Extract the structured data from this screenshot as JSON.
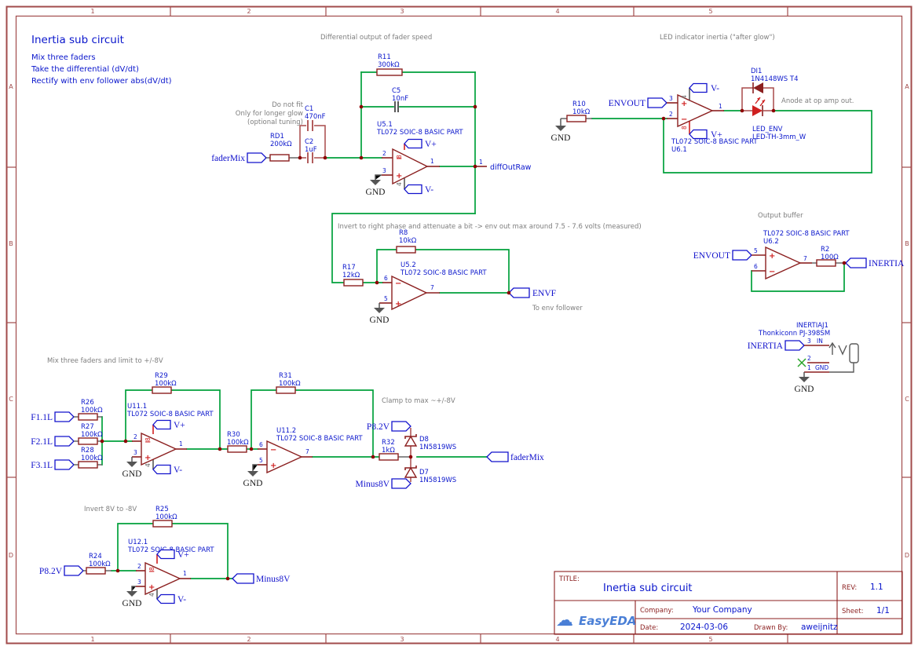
{
  "frame": {
    "cols": [
      "1",
      "2",
      "3",
      "4",
      "5"
    ],
    "rows": [
      "A",
      "B",
      "C",
      "D"
    ]
  },
  "header": {
    "title": "Inertia sub circuit",
    "notes": [
      "Mix three faders",
      "Take the differential (dV/dt)",
      "Rectify with env follower abs(dV/dt)"
    ]
  },
  "notes": {
    "diff_out": "Differential output of fader speed",
    "do_not_fit": "Do not fit",
    "longer_glow": "Only for longer glow",
    "optional_tuning": "(optional tuning)",
    "led_indicator": "LED indicator inertia (\"after glow\")",
    "anode": "Anode at op amp out.",
    "invert_phase": "Invert to right phase and attenuate a bit -> env out max around 7.5 - 7.6 volts (measured)",
    "to_env_follower": "To env follower",
    "output_buffer": "Output buffer",
    "mix_limit": "Mix three faders and limit to +/-8V",
    "clamp": "Clamp to max ~+/-8V",
    "invert_8v": "Invert 8V to -8V"
  },
  "parts": {
    "RD1": {
      "ref": "RD1",
      "val": "200kΩ"
    },
    "C1": {
      "ref": "C1",
      "val": "470nF"
    },
    "C2": {
      "ref": "C2",
      "val": "1uF"
    },
    "R11": {
      "ref": "R11",
      "val": "300kΩ"
    },
    "C5": {
      "ref": "C5",
      "val": "10nF"
    },
    "U5_1": {
      "ref": "U5.1",
      "val": "TL072 SOIC-8 BASIC PART"
    },
    "U5_2": {
      "ref": "U5.2",
      "val": "TL072 SOIC-8 BASIC PART"
    },
    "R8": {
      "ref": "R8",
      "val": "10kΩ"
    },
    "R17": {
      "ref": "R17",
      "val": "12kΩ"
    },
    "R10": {
      "ref": "R10",
      "val": "10kΩ"
    },
    "U6_1": {
      "ref": "U6.1",
      "val": "TL072 SOIC-8 BASIC PART"
    },
    "U6_2": {
      "ref": "U6.2",
      "val": "TL072 SOIC-8 BASIC PART"
    },
    "DI1": {
      "ref": "DI1",
      "val": "1N4148WS T4"
    },
    "LED_ENV": {
      "ref": "LED_ENV",
      "val": "LED-TH-3mm_W"
    },
    "R2": {
      "ref": "R2",
      "val": "100Ω"
    },
    "J1": {
      "ref": "INERTIAJ1",
      "val": "Thonkiconn PJ-398SM"
    },
    "R26": {
      "ref": "R26",
      "val": "100kΩ"
    },
    "R27": {
      "ref": "R27",
      "val": "100kΩ"
    },
    "R28": {
      "ref": "R28",
      "val": "100kΩ"
    },
    "R29": {
      "ref": "R29",
      "val": "100kΩ"
    },
    "R30": {
      "ref": "R30",
      "val": "100kΩ"
    },
    "R31": {
      "ref": "R31",
      "val": "100kΩ"
    },
    "R32": {
      "ref": "R32",
      "val": "1kΩ"
    },
    "D8": {
      "ref": "D8",
      "val": "1N5819WS"
    },
    "D7": {
      "ref": "D7",
      "val": "1N5819WS"
    },
    "U11_1": {
      "ref": "U11.1",
      "val": "TL072 SOIC-8 BASIC PART"
    },
    "U11_2": {
      "ref": "U11.2",
      "val": "TL072 SOIC-8 BASIC PART"
    },
    "R24": {
      "ref": "R24",
      "val": "100kΩ"
    },
    "R25": {
      "ref": "R25",
      "val": "100kΩ"
    },
    "U12_1": {
      "ref": "U12.1",
      "val": "TL072 SOIC-8 BASIC PART"
    }
  },
  "ports": {
    "fadermix": "faderMix",
    "diffoutraw": "diffOutRaw",
    "envf": "ENVF",
    "envout": "ENVOUT",
    "inertia": "INERTIA",
    "f1": "F1.1L",
    "f2": "F2.1L",
    "f3": "F3.1L",
    "p82": "P8.2V",
    "minus8": "Minus8V"
  },
  "flags": {
    "vplus": "V+",
    "vminus": "V-",
    "gnd": "GND"
  },
  "pins": {
    "p1": "1",
    "p2": "2",
    "p3": "3",
    "p4": "4",
    "p5": "5",
    "p6": "6",
    "p7": "7",
    "p8": "8",
    "in": "IN",
    "gnd": "GND"
  },
  "opamp": {
    "plus": "+",
    "minus": "−"
  },
  "title_block": {
    "title_label": "TITLE:",
    "title": "Inertia sub circuit",
    "rev_label": "REV:",
    "rev": "1.1",
    "company_label": "Company:",
    "company": "Your Company",
    "sheet_label": "Sheet:",
    "sheet": "1/1",
    "date_label": "Date:",
    "date": "2024-03-06",
    "drawn_label": "Drawn By:",
    "drawn": "aweijnitz",
    "logo_text": "EasyEDA"
  },
  "colors": {
    "wire": "#00a13b",
    "symbol": "#8b1f1f",
    "label_blue": "#0a16cc",
    "note_gray": "#7e7e7e",
    "frame": "#a14b4b",
    "accent_red": "#d02020",
    "logo_blue": "#4a7fd6"
  }
}
